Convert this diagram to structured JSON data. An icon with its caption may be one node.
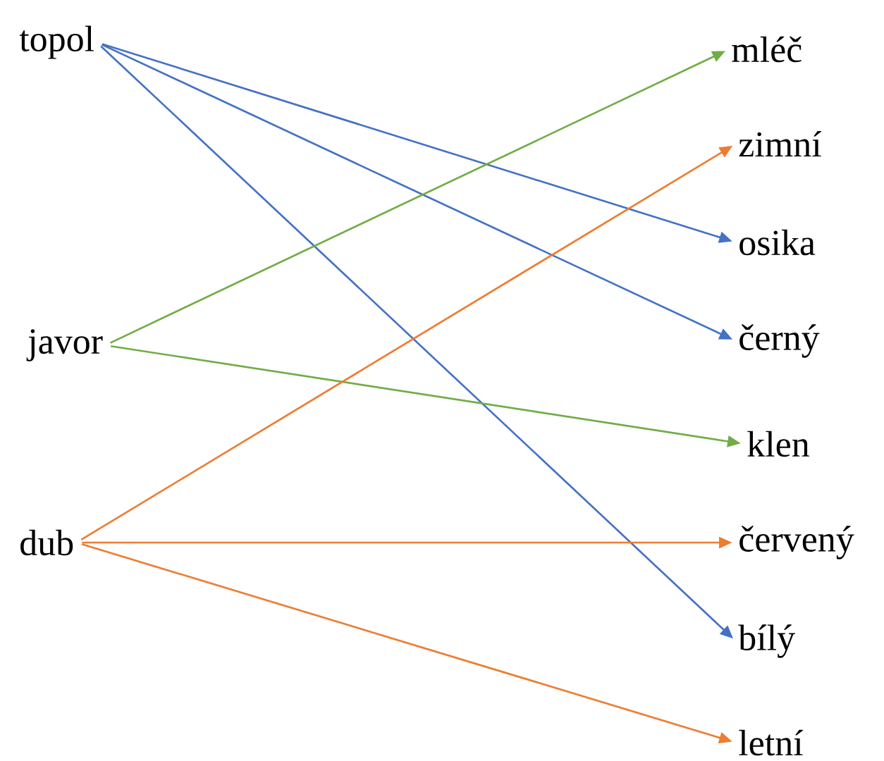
{
  "diagram": {
    "nodes": [
      {
        "text": [
          "topol"
        ]
      },
      {
        "text": [
          "javor"
        ]
      },
      {
        "text": [
          "dub"
        ]
      },
      {
        "text": [
          "mléč"
        ]
      },
      {
        "text": [
          "zimní"
        ]
      },
      {
        "text": [
          "osika"
        ]
      },
      {
        "text": [
          "černý"
        ]
      },
      {
        "text": [
          "klen"
        ]
      },
      {
        "text": [
          "červený"
        ]
      },
      {
        "text": [
          "bílý"
        ]
      },
      {
        "text": [
          "letní"
        ]
      }
    ],
    "edges": [
      {
        "from": 0,
        "to": 5,
        "arrow": "to",
        "color": "#4472c4"
      },
      {
        "from": 0,
        "to": 6,
        "arrow": "to",
        "color": "#4472c4"
      },
      {
        "from": 0,
        "to": 9,
        "arrow": "to",
        "color": "#4472c4"
      },
      {
        "from": 1,
        "to": 3,
        "arrow": "to",
        "color": "#70ad47"
      },
      {
        "from": 1,
        "to": 7,
        "arrow": "to",
        "color": "#70ad47"
      },
      {
        "from": 2,
        "to": 4,
        "arrow": "to",
        "color": "#ed7d31"
      },
      {
        "from": 2,
        "to": 8,
        "arrow": "to",
        "color": "#ed7d31"
      },
      {
        "from": 2,
        "to": 10,
        "arrow": "to",
        "color": "#ed7d31"
      }
    ]
  }
}
